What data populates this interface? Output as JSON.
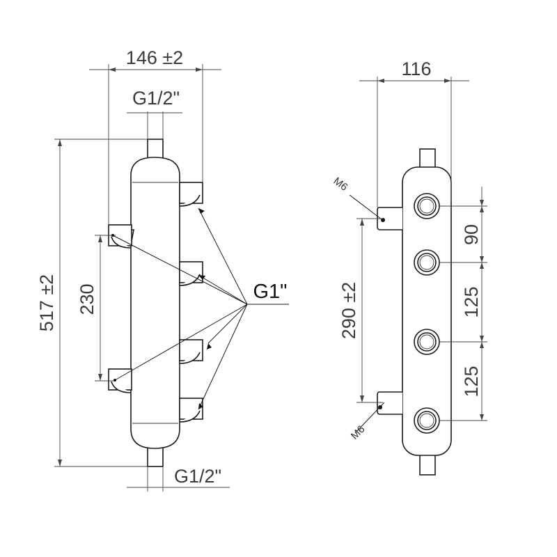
{
  "side_view": {
    "width_dim": "146 ±2",
    "top_port": "G1/2\"",
    "height_dim": "517 ±2",
    "port_spacing": "230",
    "side_port": "G1\"",
    "bottom_port": "G1/2\""
  },
  "front_view": {
    "width_dim": "116",
    "mount_dim": "290 ±2",
    "bolt_top": "M6",
    "bolt_bottom": "M6",
    "spacing_1": "90",
    "spacing_2": "125",
    "spacing_3": "125"
  }
}
